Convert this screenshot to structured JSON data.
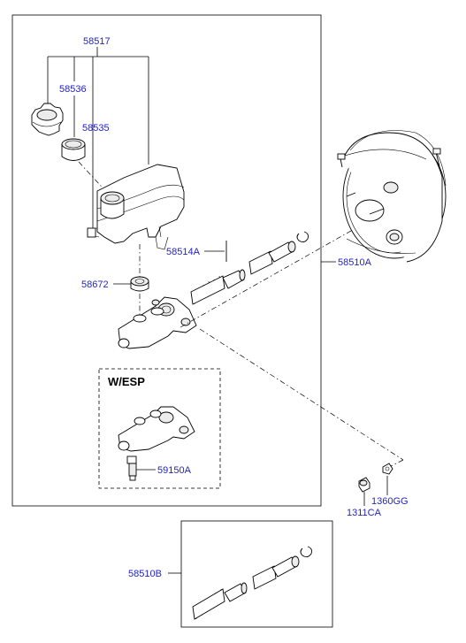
{
  "labels": {
    "reservoir_assy": "58517",
    "cap": "58536",
    "strainer": "58535",
    "pin": "58514A",
    "master_cylinder": "58510A",
    "grommet": "58672",
    "esp_variant": "W/ESP",
    "sensor": "59150A",
    "washer": "1360GG",
    "nut": "1311CA",
    "repair_kit": "58510B"
  },
  "colors": {
    "part_number": "#2323c8",
    "line": "#000000",
    "background": "#ffffff"
  }
}
